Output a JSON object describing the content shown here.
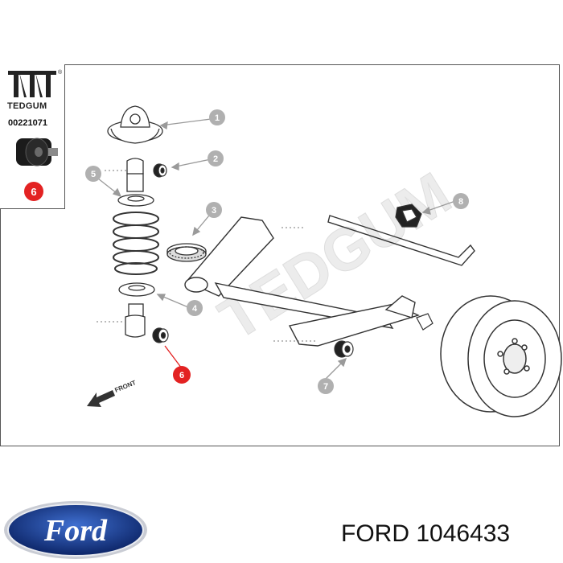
{
  "inset": {
    "brand": "TEDGUM",
    "registered": "®",
    "part_number": "00221071",
    "badge": "6"
  },
  "watermark": "TEDGUM",
  "direction_label": "FRONT",
  "callouts": [
    "1",
    "2",
    "3",
    "4",
    "5",
    "6",
    "7",
    "8"
  ],
  "logo": {
    "text": "Ford"
  },
  "caption": "FORD 1046433",
  "colors": {
    "badge": "#e32222",
    "callout": "#b0b0b0",
    "logo_blue": "#1a3a8a"
  }
}
